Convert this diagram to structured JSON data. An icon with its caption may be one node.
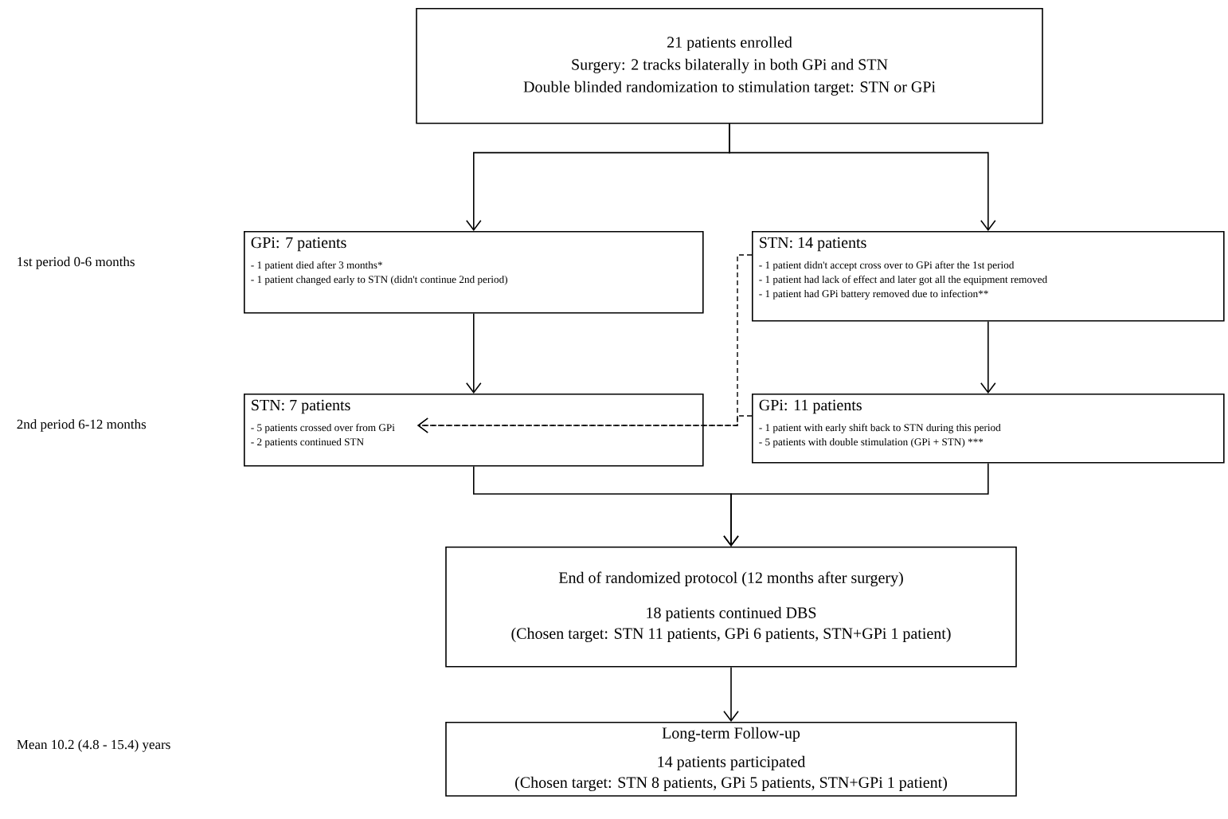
{
  "diagram": {
    "nodes": [
      {
        "text": [
          "21 patients enrolled",
          "Surgery: 2 tracks bilaterally in both GPi and STN",
          "Double blinded randomization to stimulation target: STN or GPi"
        ]
      },
      {
        "text": [
          "GPi: 7 patients",
          "- 1 patient died after 3 months*",
          "- 1 patient changed early to STN (didn't continue 2nd period)"
        ]
      },
      {
        "text": [
          "STN: 14 patients",
          "- 1 patient didn't accept cross over to GPi after the 1st period",
          "- 1 patient had lack of effect and later got all the equipment removed",
          "- 1 patient had GPi battery removed due to infection**"
        ]
      },
      {
        "text": [
          "STN: 7 patients",
          "- 5 patients crossed over from GPi",
          "- 2 patients continued STN"
        ]
      },
      {
        "text": [
          "GPi: 11 patients",
          "- 1 patient with early shift back to STN during this period",
          "- 5 patients with double stimulation (GPi + STN) ***"
        ]
      },
      {
        "text": [
          "End of randomized protocol (12 months after surgery)",
          "18 patients continued DBS",
          "(Chosen target: STN 11 patients, GPi 6 patients, STN+GPi 1 patient)"
        ]
      },
      {
        "text": [
          "Long-term Follow-up",
          "14 patients participated",
          "(Chosen target: STN 8 patients, GPi 5 patients, STN+GPi 1 patient)"
        ]
      }
    ],
    "edges": [
      {
        "from": 0,
        "to": 1,
        "arrow": "to"
      },
      {
        "from": 0,
        "to": 2,
        "arrow": "to"
      },
      {
        "from": 1,
        "to": 3,
        "arrow": "to"
      },
      {
        "from": 2,
        "to": 4,
        "arrow": "to"
      },
      {
        "from": 2,
        "to": 3,
        "arrow": "to",
        "style": "dashed"
      },
      {
        "from": 4,
        "to": 3,
        "arrow": "to",
        "style": "dashed"
      },
      {
        "from": 3,
        "to": 5,
        "arrow": "to"
      },
      {
        "from": 4,
        "to": 5,
        "arrow": "to"
      },
      {
        "from": 5,
        "to": 6,
        "arrow": "to"
      }
    ],
    "labels": [
      "1st period 0-6 months",
      "2nd period 6-12 months",
      "Mean 10.2 (4.8 - 15.4) years"
    ]
  }
}
